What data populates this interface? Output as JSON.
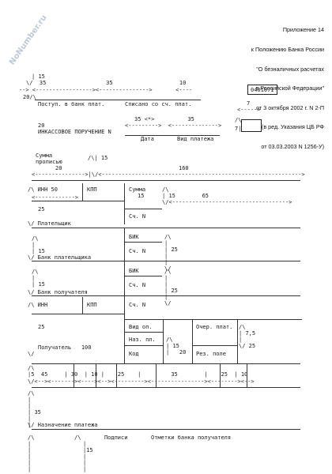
{
  "watermark": "NoNumber.ru",
  "header_note": {
    "lines": [
      "Приложение 14",
      "к Положению Банка России",
      "\"О безналичных расчетах",
      "в Российской Федерации\"",
      "от 3 октября 2002 г. N 2-П",
      "(в ред. Указания ЦБ РФ",
      "от 03.03.2003 N 1256-У)"
    ]
  },
  "form_code": "0401071",
  "form": {
    "received_label": "Поступ. в банк плат.",
    "debited_label": "Списано со сч. плат.",
    "doc_title": "ИНКАССОВОЕ ПОРУЧЕНИЕ N",
    "date_label": "Дата",
    "payment_type_label": "Вид платежа",
    "amount_words_label": "Сумма\nпрописью",
    "inn_label": "ИНН 50",
    "kpp_label": "КПП",
    "sum_label": "Сумма",
    "account_label": "Сч. N",
    "payer_label": "Плательщик",
    "bik_label": "БИК",
    "payer_bank_label": "Банк плательщика",
    "recipient_bank_label": "Банк получателя",
    "inn2_label": "ИНН",
    "kpp2_label": "КПП",
    "op_type_label": "Вид оп.",
    "order_label": "Очер. плат.",
    "purpose_code_label": "Наз. пл.",
    "code_label": "Код",
    "reserve_label": "Рез. поле",
    "recipient_label": "Получатель",
    "recipient_width": "100",
    "payment_purpose_label": "Назначение платежа",
    "signatures_label": "Подписи",
    "bank_marks_label": "Отметки банка получателя",
    "codes": {
      "c20_left": "20/\\",
      "c35a": "35",
      "c35b": "35",
      "c10": "10",
      "c35star": "35 <*>",
      "c35c": "35",
      "c20_title": "20",
      "c7": "7",
      "c20_words": "20",
      "c160": "160",
      "c15_words": "15",
      "c15_sum": "15",
      "c15_sum2": "15",
      "c65": "65",
      "c25_payer": "25",
      "c15_bank": "15",
      "c25_bik": "25",
      "c15_recbank": "15",
      "c25_recbik": "25",
      "c25_recipient": "25",
      "c15_code": "15",
      "c20_code": "20",
      "c7_5": "7,5",
      "c25_order": "25",
      "c15_top": "15",
      "c15_purpose": "35",
      "c15_sign": "15"
    },
    "tax_row": {
      "values": [
        "5",
        "45",
        "30",
        "10",
        "25",
        "35",
        "25",
        "10"
      ]
    }
  }
}
